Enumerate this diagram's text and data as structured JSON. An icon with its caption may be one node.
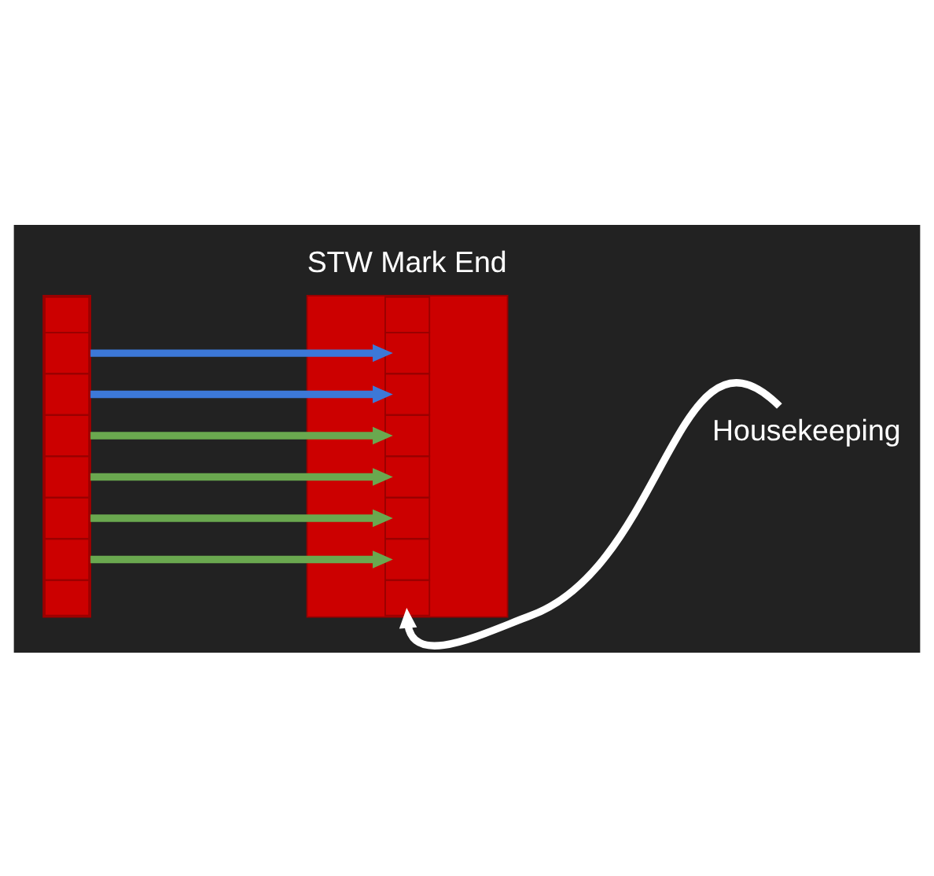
{
  "diagram": {
    "nodes": [
      {
        "text": [],
        "shape": "bar"
      },
      {
        "text": [
          "STW Mark End"
        ]
      },
      {
        "text": [
          "Housekeeping"
        ]
      }
    ],
    "edges": [
      {
        "from": 0,
        "to": 1,
        "arrow": "to",
        "color": "#3c78d8"
      },
      {
        "from": 0,
        "to": 1,
        "arrow": "to",
        "color": "#3c78d8"
      },
      {
        "from": 0,
        "to": 1,
        "arrow": "to",
        "color": "#6aa84f"
      },
      {
        "from": 0,
        "to": 1,
        "arrow": "to",
        "color": "#6aa84f"
      },
      {
        "from": 0,
        "to": 1,
        "arrow": "to",
        "color": "#6aa84f"
      },
      {
        "from": 0,
        "to": 1,
        "arrow": "to",
        "color": "#6aa84f"
      },
      {
        "from": 2,
        "to": 1,
        "arrow": "to",
        "color": "#ffffff"
      }
    ]
  }
}
